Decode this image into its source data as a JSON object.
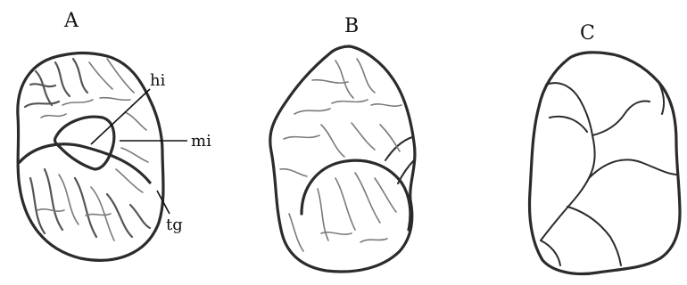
{
  "panels": [
    {
      "letter": "A"
    },
    {
      "letter": "B"
    },
    {
      "letter": "C"
    }
  ],
  "labels": {
    "hi": "hi",
    "mi": "mi",
    "tg": "tg"
  }
}
